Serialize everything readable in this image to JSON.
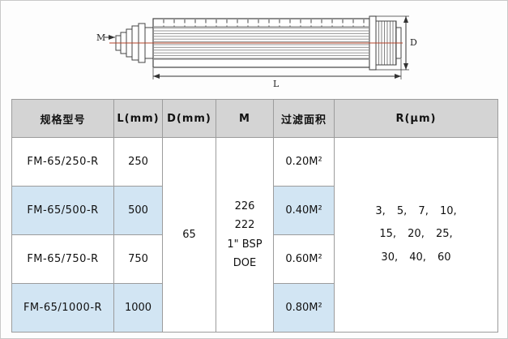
{
  "diagram": {
    "label_m": "M",
    "label_d": "D",
    "label_l": "L"
  },
  "table": {
    "headers": {
      "model": "规格型号",
      "l": "L(mm)",
      "d": "D(mm)",
      "m": "M",
      "area": "过滤面积",
      "r": "R(μm)"
    },
    "rows": [
      {
        "model": "FM-65/250-R",
        "l": "250",
        "area": "0.20M²"
      },
      {
        "model": "FM-65/500-R",
        "l": "500",
        "area": "0.40M²"
      },
      {
        "model": "FM-65/750-R",
        "l": "750",
        "area": "0.60M²"
      },
      {
        "model": "FM-65/1000-R",
        "l": "1000",
        "area": "0.80M²"
      }
    ],
    "d_value": "65",
    "m_lines": [
      "226",
      "222",
      "1\" BSP",
      "DOE"
    ],
    "r_lines": [
      "3, 5, 7, 10,",
      "15, 20, 25,",
      "30, 40, 60"
    ]
  },
  "colors": {
    "header_bg": "#d4d4d4",
    "alt_row_bg": "#d2e5f3",
    "centerline": "#b5442a",
    "line": "#444444"
  }
}
